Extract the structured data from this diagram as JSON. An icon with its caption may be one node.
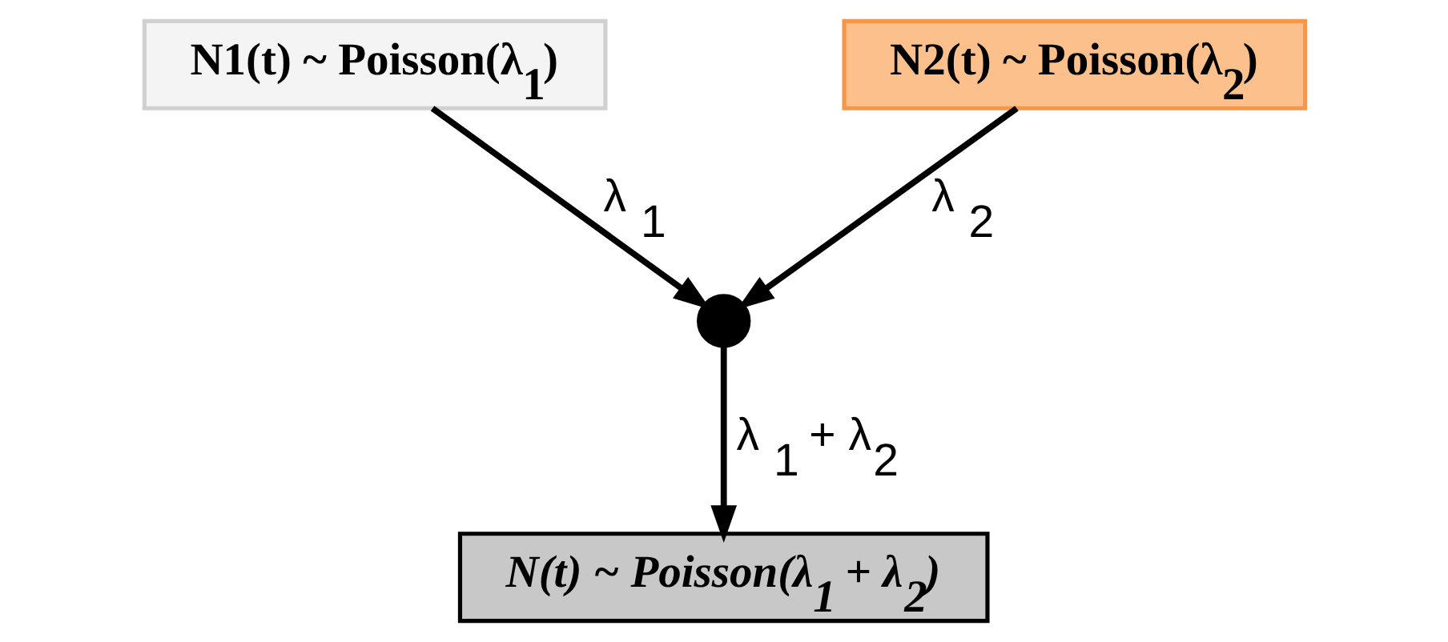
{
  "diagram": {
    "nodes": [
      {
        "text": [
          "N1(t) ~ Poisson(λ$_{1}$)"
        ]
      },
      {
        "text": [
          "N2(t) ~ Poisson(λ$_{2}$)"
        ]
      },
      {
        "text": [],
        "shape": "circle"
      },
      {
        "text": [
          "N(t) ~ Poisson(λ$_{1}$ + λ$_{2}$)"
        ]
      }
    ],
    "edges": [
      {
        "from": 0,
        "to": 2,
        "arrow": "to",
        "label": "λ$_{1}$"
      },
      {
        "from": 1,
        "to": 2,
        "arrow": "to",
        "label": "λ$_{2}$"
      },
      {
        "from": 2,
        "to": 3,
        "arrow": "to",
        "label": "λ$_{1}$ + λ$_{2}$"
      }
    ]
  }
}
